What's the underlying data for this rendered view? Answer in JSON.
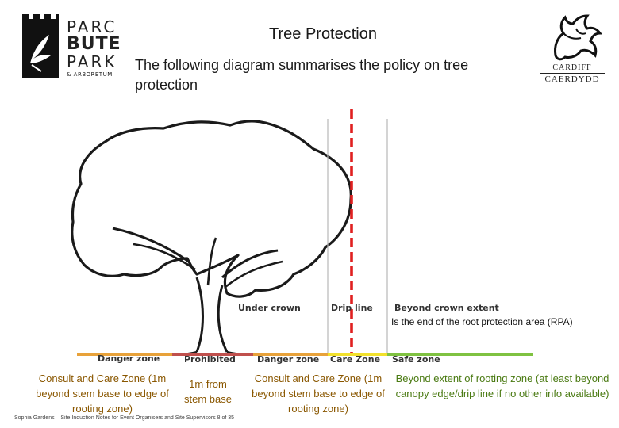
{
  "header": {
    "title": "Tree Protection",
    "intro": "The following diagram summarises the policy on tree protection"
  },
  "logos": {
    "parc_bute": {
      "line1": "PARC",
      "line2": "BUTE",
      "line3": "PARK",
      "line4": "& ARBORETUM"
    },
    "cardiff": {
      "line1": "CARDIFF",
      "line2": "CAERDYDD"
    }
  },
  "diagram": {
    "region_labels": {
      "under_crown": "Under crown",
      "drip_line": "Drip line",
      "beyond_crown": "Beyond crown extent"
    },
    "rpa_note": "Is the end of the root protection area (RPA)",
    "zones": [
      {
        "label": "Danger zone",
        "color": "#e8a23a"
      },
      {
        "label": "Prohibited",
        "color": "#c0504d"
      },
      {
        "label": "Danger zone",
        "color": "#e8a23a"
      },
      {
        "label": "Care Zone",
        "color": "#f2e12c"
      },
      {
        "label": "Safe zone",
        "color": "#7fc241"
      }
    ],
    "descriptions": {
      "left": "Consult and Care Zone (1m beyond stem base to edge of rooting zone)",
      "stem": "1m from stem base",
      "middle": "Consult and Care Zone (1m beyond stem base to edge of rooting zone)",
      "right": "Beyond extent of rooting zone (at least beyond canopy edge/drip line if no other info available)"
    },
    "colors": {
      "drip_line": "#e02020",
      "orange_text": "#8a5700",
      "green_text": "#4a7a12"
    }
  },
  "footer": "Sophia Gardens – Site Induction Notes for Event Organisers and Site Supervisors 8 of 35"
}
